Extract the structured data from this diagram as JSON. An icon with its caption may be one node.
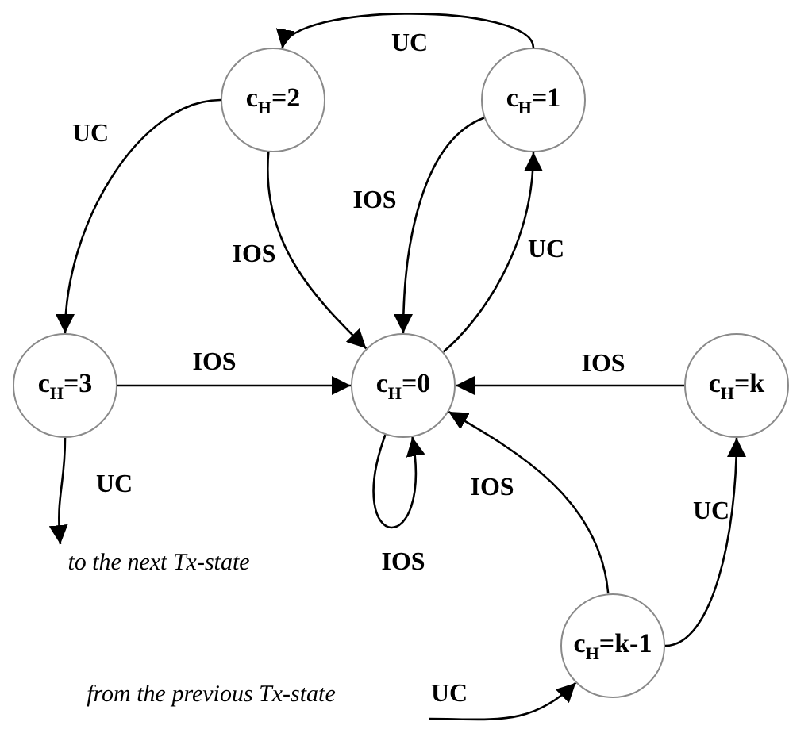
{
  "diagram": {
    "nodes": [
      {
        "text": [
          "c$_{H}$=2"
        ]
      },
      {
        "text": [
          "c$_{H}$=1"
        ]
      },
      {
        "text": [
          "c$_{H}$=3"
        ]
      },
      {
        "text": [
          "c$_{H}$=0"
        ]
      },
      {
        "text": [
          "c$_{H}$=k"
        ]
      },
      {
        "text": [
          "c$_{H}$=k-1"
        ]
      },
      {
        "text": [
          "to the next Tx-state"
        ]
      },
      {
        "text": [
          "from the previous Tx-state"
        ]
      }
    ],
    "edges": [
      {
        "from": 1,
        "to": 0,
        "label": "UC",
        "arrow": "to"
      },
      {
        "from": 0,
        "to": 2,
        "label": "UC",
        "arrow": "to"
      },
      {
        "from": 0,
        "to": 3,
        "label": "IOS",
        "arrow": "to"
      },
      {
        "from": 1,
        "to": 3,
        "label": "IOS",
        "arrow": "to"
      },
      {
        "from": 3,
        "to": 1,
        "label": "UC",
        "arrow": "to"
      },
      {
        "from": 2,
        "to": 3,
        "label": "IOS",
        "arrow": "to"
      },
      {
        "from": 4,
        "to": 3,
        "label": "IOS",
        "arrow": "to"
      },
      {
        "from": 3,
        "to": 3,
        "label": "IOS",
        "arrow": "to"
      },
      {
        "from": 5,
        "to": 3,
        "label": "IOS",
        "arrow": "to"
      },
      {
        "from": 5,
        "to": 4,
        "label": "UC",
        "arrow": "to"
      },
      {
        "from": 2,
        "to": 6,
        "label": "UC",
        "arrow": "to"
      },
      {
        "from": 7,
        "to": 5,
        "label": "UC",
        "arrow": "to"
      }
    ]
  }
}
